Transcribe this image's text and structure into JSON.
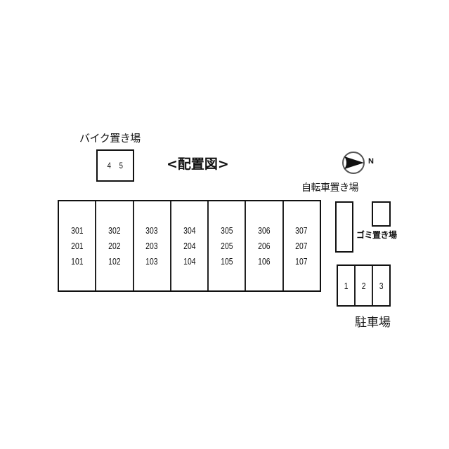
{
  "title": "<配置図>",
  "labels": {
    "motorbike_parking": "バイク置き場",
    "bicycle_parking": "自転車置き場",
    "trash_area": "ゴミ置き場",
    "car_parking": "駐車場",
    "north": "N"
  },
  "motorbike_spaces": [
    "4",
    "5"
  ],
  "building": {
    "columns": [
      {
        "units": [
          "301",
          "201",
          "101"
        ]
      },
      {
        "units": [
          "302",
          "202",
          "102"
        ]
      },
      {
        "units": [
          "303",
          "203",
          "103"
        ]
      },
      {
        "units": [
          "304",
          "204",
          "104"
        ]
      },
      {
        "units": [
          "305",
          "205",
          "105"
        ]
      },
      {
        "units": [
          "306",
          "206",
          "106"
        ]
      },
      {
        "units": [
          "307",
          "207",
          "107"
        ]
      }
    ]
  },
  "car_spaces": [
    "1",
    "2",
    "3"
  ],
  "icons": {
    "compass": "north-arrow-icon"
  },
  "colors": {
    "line": "#111111",
    "background": "#ffffff"
  }
}
